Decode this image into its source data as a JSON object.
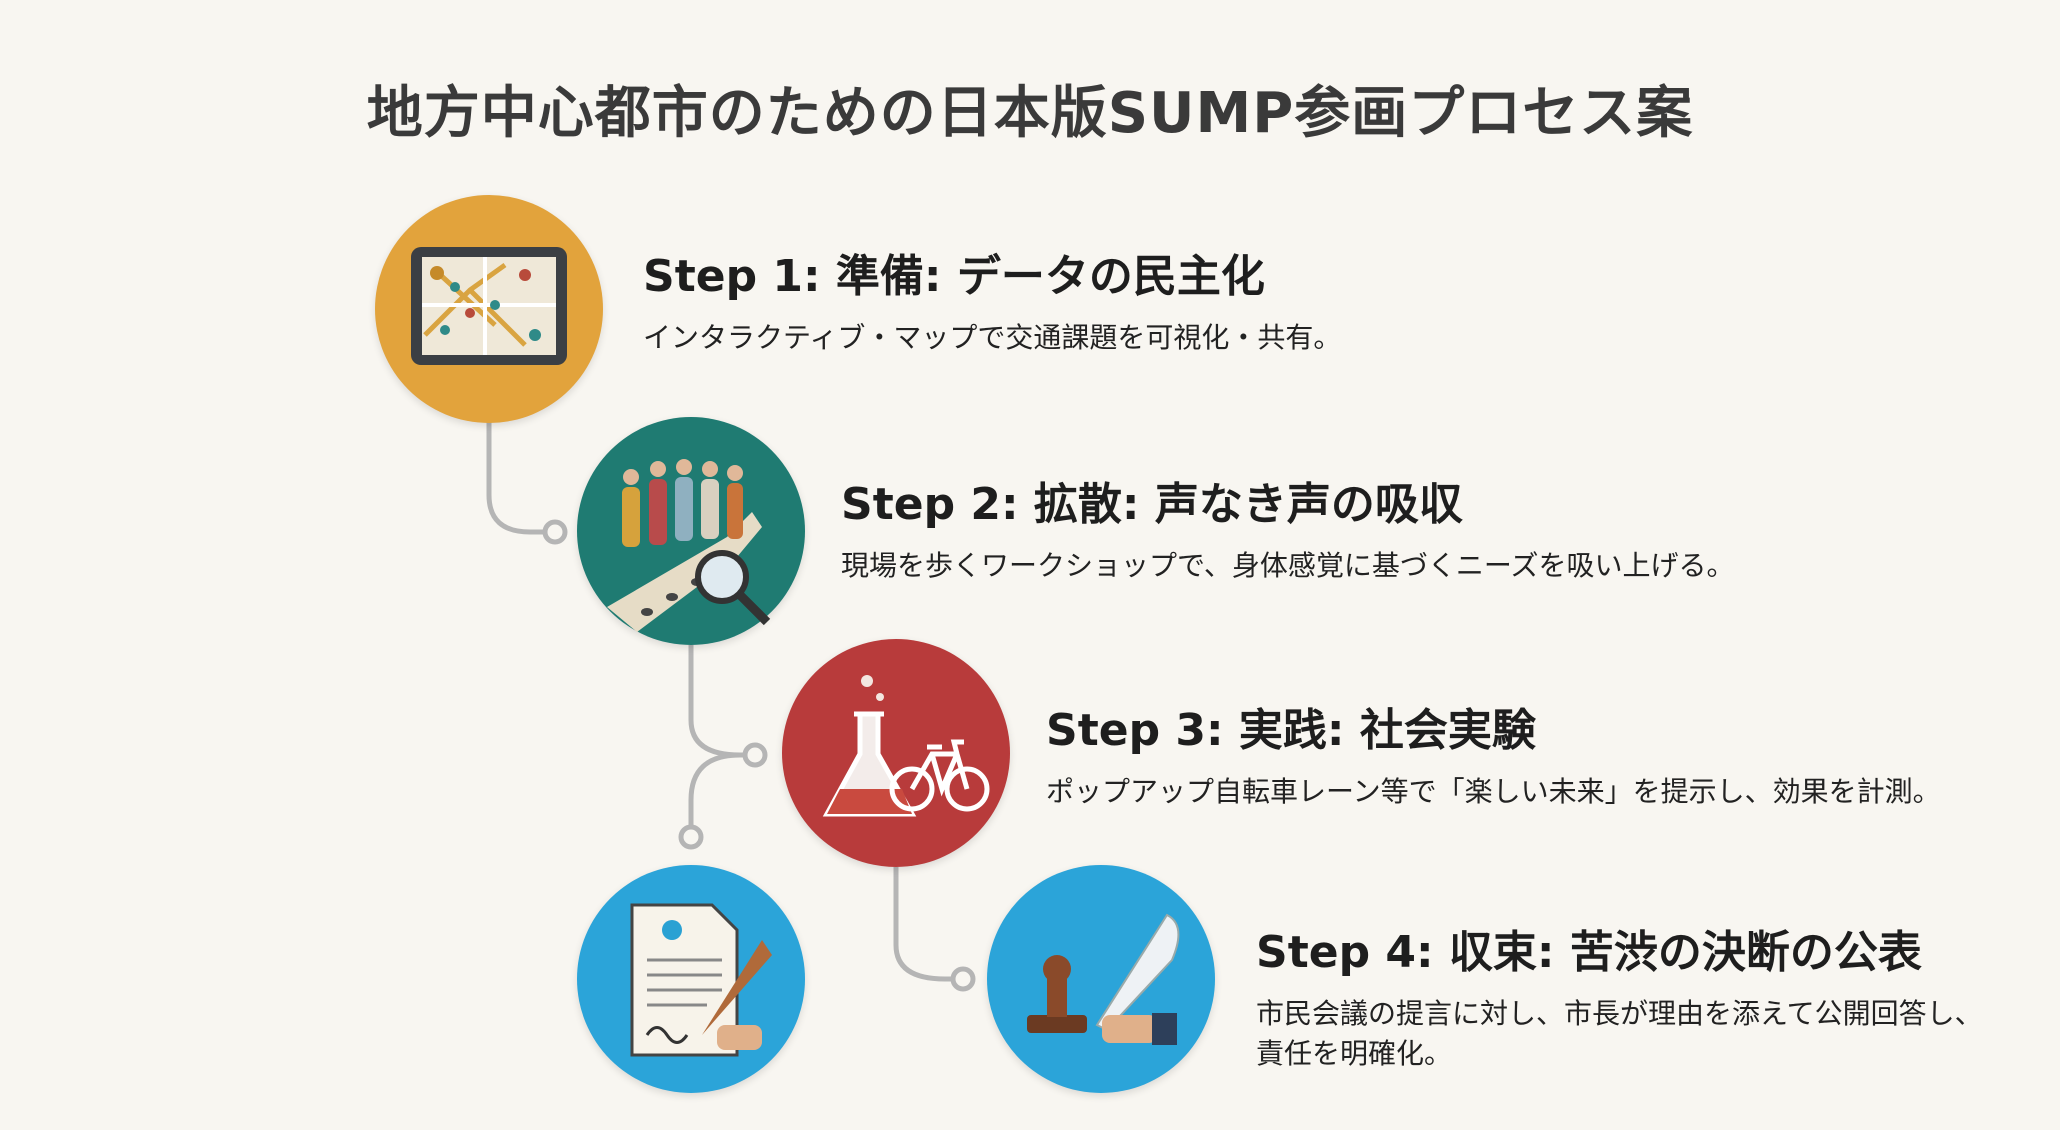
{
  "title": "地方中心都市のための日本版SUMP参画プロセス案",
  "steps": [
    {
      "heading": "Step 1: 準備: データの民主化",
      "description": "インタラクティブ・マップで交通課題を可視化・共有。",
      "icon": "tablet-map-icon",
      "color": "#e2a33c"
    },
    {
      "heading": "Step 2: 拡散: 声なき声の吸収",
      "description": "現場を歩くワークショップで、身体感覚に基づくニーズを吸い上げる。",
      "icon": "walking-people-magnifier-icon",
      "color": "#1f7b72"
    },
    {
      "heading": "Step 3: 実践: 社会実験",
      "description": "ポップアップ自転車レーン等で「楽しい未来」を提示し、効果を計測。",
      "icon": "flask-bicycle-icon",
      "color": "#b83b3b"
    },
    {
      "heading": "Step 4: 収束: 苦渋の決断の公表",
      "description_lines": [
        "市民会議の提言に対し、市長が理由を添えて公開回答し、",
        "責任を明確化。"
      ],
      "icon": "stamp-quill-icon",
      "color": "#2ba4d9"
    }
  ],
  "extra_icon": "document-signing-icon",
  "connector_color": "#b5b5b5"
}
